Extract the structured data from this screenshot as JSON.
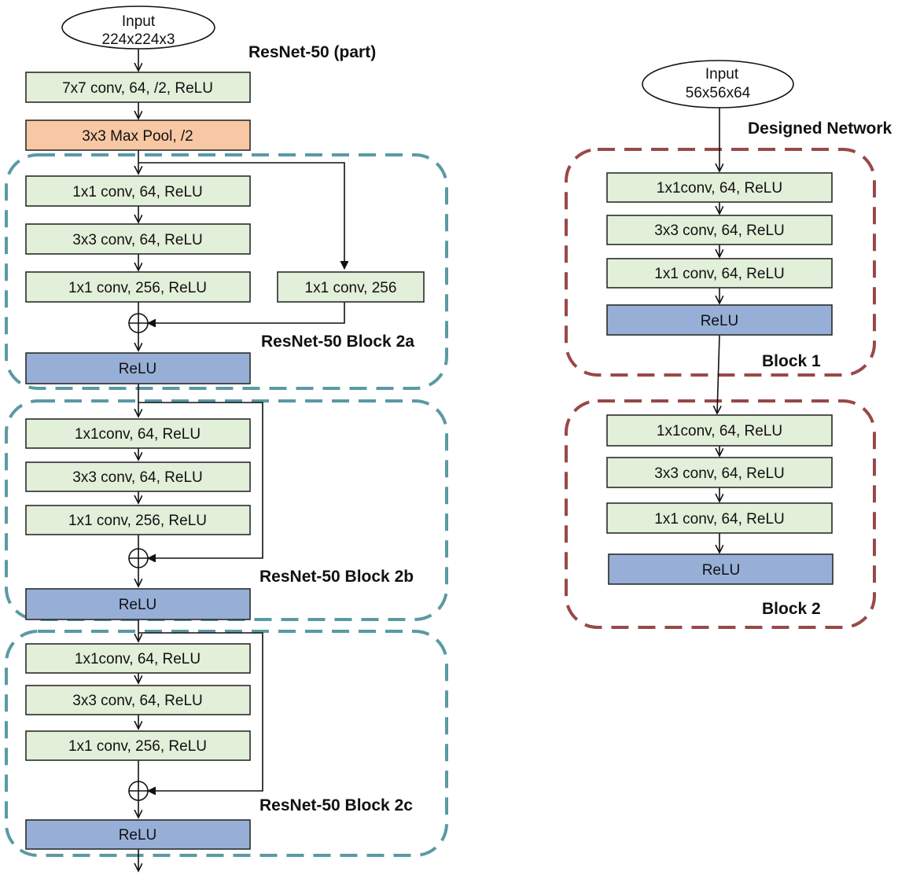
{
  "colors": {
    "conv_fill": "#e2efd9",
    "pool_fill": "#f7c8a3",
    "relu_fill": "#97afd7",
    "box_stroke": "#2b2b2b",
    "resnet_border": "#5a9aa3",
    "designed_border": "#994848"
  },
  "resnet": {
    "title": "ResNet-50 (part)",
    "input": {
      "line1": "Input",
      "line2": "224x224x3"
    },
    "stem_conv": "7x7 conv, 64, /2, ReLU",
    "max_pool": "3x3 Max Pool, /2",
    "block_2a": {
      "label": "ResNet-50 Block 2a",
      "layers": [
        "1x1 conv, 64, ReLU",
        "3x3 conv, 64, ReLU",
        "1x1 conv, 256, ReLU"
      ],
      "shortcut": "1x1 conv, 256",
      "relu": "ReLU"
    },
    "block_2b": {
      "label": "ResNet-50 Block 2b",
      "layers": [
        "1x1conv, 64, ReLU",
        "3x3 conv, 64, ReLU",
        "1x1 conv, 256, ReLU"
      ],
      "relu": "ReLU"
    },
    "block_2c": {
      "label": "ResNet-50 Block 2c",
      "layers": [
        "1x1conv, 64, ReLU",
        "3x3 conv, 64, ReLU",
        "1x1 conv, 256, ReLU"
      ],
      "relu": "ReLU"
    }
  },
  "designed": {
    "title": "Designed Network",
    "input": {
      "line1": "Input",
      "line2": "56x56x64"
    },
    "block_1": {
      "label": "Block 1",
      "layers": [
        "1x1conv, 64, ReLU",
        "3x3 conv, 64, ReLU",
        "1x1 conv, 64, ReLU"
      ],
      "relu": "ReLU"
    },
    "block_2": {
      "label": "Block 2",
      "layers": [
        "1x1conv, 64, ReLU",
        "3x3 conv, 64, ReLU",
        "1x1 conv, 64, ReLU"
      ],
      "relu": "ReLU"
    }
  }
}
